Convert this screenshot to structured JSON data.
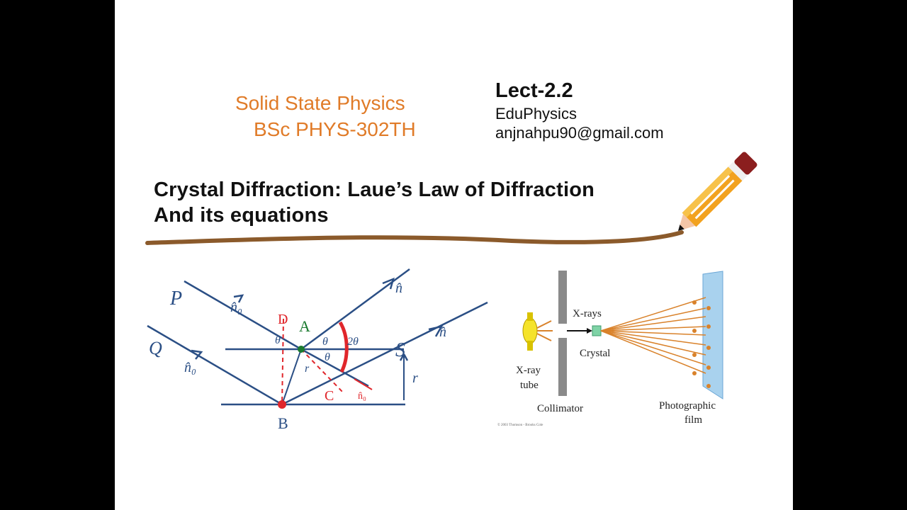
{
  "header": {
    "course_line1": "Solid State Physics",
    "course_line2": "BSc PHYS-302TH",
    "lecture": "Lect-2.2",
    "channel": "EduPhysics",
    "email": "anjnahpu90@gmail.com"
  },
  "title": {
    "line1": "Crystal Diffraction: Laue’s Law of Diffraction",
    "line2": "And its equations"
  },
  "left_diagram": {
    "labels": {
      "p": "P",
      "q": "Q",
      "n0_top": "n̂₀",
      "n0_left": "n̂₀",
      "n_top": "n̂",
      "n_right": "n̂",
      "n0_arrow": "n̂₀",
      "a": "A",
      "b": "B",
      "c": "C",
      "d": "D",
      "s": "S",
      "r": "r",
      "r_arrow": "r",
      "theta1": "θ",
      "theta2": "θ",
      "theta3": "θ",
      "two_theta": "2θ"
    }
  },
  "right_diagram": {
    "labels": {
      "xrays": "X-rays",
      "crystal": "Crystal",
      "xray_tube_line1": "X-ray",
      "xray_tube_line2": "tube",
      "collimator": "Collimator",
      "film_line1": "Photographic",
      "film_line2": "film",
      "copyright": "© 2003 Thomson - Brooks Cole"
    }
  },
  "colors": {
    "course": "#e07b28",
    "diagram_line": "#2b4f85",
    "underline": "#8b5a2b",
    "pencil_body": "#f2a21f",
    "pencil_cap": "#8b1e1e",
    "ray_orange": "#d9822b",
    "film_blue": "#a9d2ee"
  }
}
